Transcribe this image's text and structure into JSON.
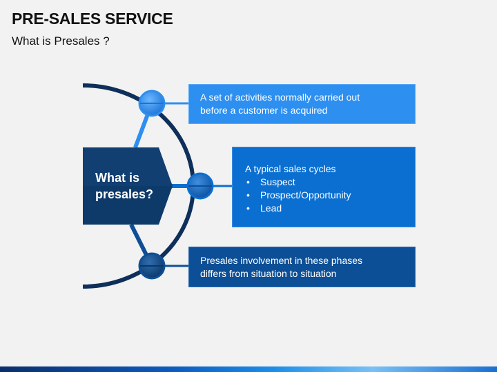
{
  "header": {
    "title": "PRE-SALES SERVICE",
    "subtitle": "What is Presales ?"
  },
  "center": {
    "line1": "What is",
    "line2": "presales?"
  },
  "boxes": [
    {
      "line1": "A set of activities normally carried out",
      "line2": "before a customer is acquired"
    },
    {
      "heading": "A typical sales cycles",
      "items": [
        "Suspect",
        "Prospect/Opportunity",
        "Lead"
      ]
    },
    {
      "line1": "Presales involvement in these phases",
      "line2": "differs from situation to situation"
    }
  ],
  "colors": {
    "arc": "#0e2f5a",
    "hexagon": "#0e3a6a",
    "box1": "#2d8ff0",
    "box2": "#0a6fd1",
    "box3": "#0d4f96"
  }
}
